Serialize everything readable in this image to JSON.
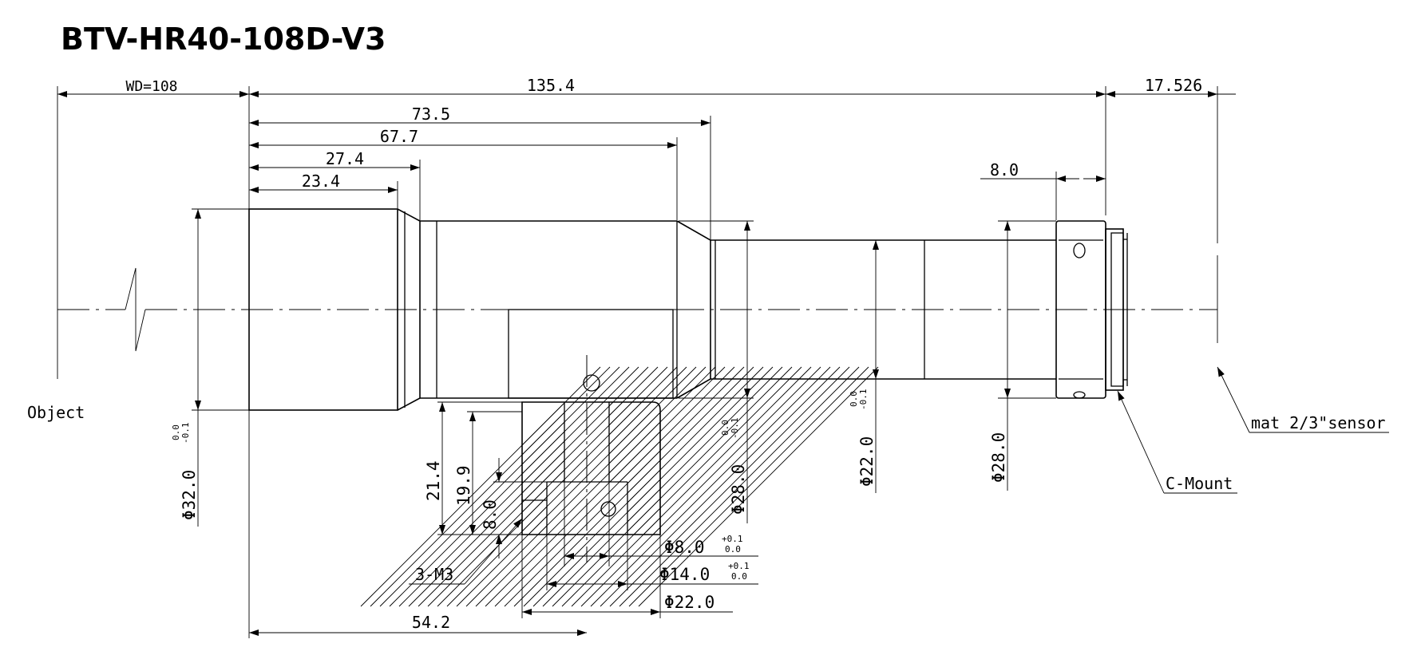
{
  "title": "BTV-HR40-108D-V3",
  "labels": {
    "object": "Object",
    "sensor": "mat 2/3\"sensor",
    "mount": "C-Mount",
    "thread": "3-M3"
  },
  "dims": {
    "wd": "WD=108",
    "total": "135.4",
    "back": "17.526",
    "d735": "73.5",
    "d677": "67.7",
    "d274": "27.4",
    "d234": "23.4",
    "d80top": "8.0",
    "d542": "54.2",
    "h214": "21.4",
    "h199": "19.9",
    "h80": "8.0",
    "phi32": "Φ32.0",
    "phi28a": "Φ28.0",
    "phi22": "Φ22.0",
    "phi28b": "Φ28.0",
    "bore8": "Φ8.0",
    "bore14": "Φ14.0",
    "bore22": "Φ22.0"
  },
  "tolerances": {
    "phi32_up": "0.0",
    "phi32_lo": "-0.1",
    "phi28a_up": "0.0",
    "phi28a_lo": "-0.1",
    "phi22_up": "0.0",
    "phi22_lo": "-0.1",
    "bore8_up": "+0.1",
    "bore8_lo": "0.0",
    "bore14_up": "+0.1",
    "bore14_lo": "0.0"
  }
}
